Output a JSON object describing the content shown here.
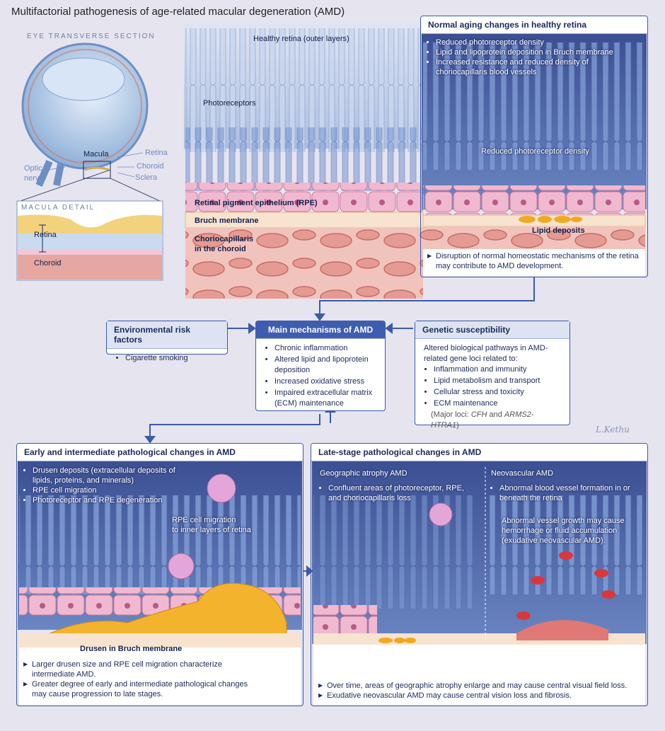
{
  "title": "Multifactorial pathogenesis of age-related macular degeneration (AMD)",
  "eye": {
    "section_label": "EYE TRANSVERSE SECTION",
    "macula": "Macula",
    "retina": "Retina",
    "choroid": "Choroid",
    "sclera": "Sclera",
    "optic_nerve_1": "Optic",
    "optic_nerve_2": "nerve"
  },
  "macula_detail": {
    "label": "MACULA DETAIL",
    "retina": "Retina",
    "choroid": "Choroid"
  },
  "healthy": {
    "title": "Healthy retina (outer layers)",
    "photoreceptors": "Photoreceptors",
    "rpe": "Retinal pigment epithelium (RPE)",
    "bruch": "Bruch membrane",
    "chorio_1": "Choriocapillaris",
    "chorio_2": "in the choroid"
  },
  "normal_aging": {
    "title": "Normal aging changes in healthy retina",
    "bullets": [
      "Reduced photoreceptor density",
      "Lipid and lipoprotein deposition in Bruch membrane",
      "Increased resistance and reduced density of choriocapillaris blood vessels"
    ],
    "center_label": "Reduced photoreceptor density",
    "lipid_label": "Lipid deposits",
    "note": "Disruption of normal homeostatic mechanisms of the retina may contribute to AMD development."
  },
  "environmental": {
    "title": "Environmental risk factors",
    "items": [
      "Cigarette smoking"
    ]
  },
  "mechanisms": {
    "title": "Main mechanisms of AMD",
    "items": [
      "Chronic inflammation",
      "Altered lipid and lipoprotein deposition",
      "Increased oxidative stress",
      "Impaired extracellular matrix (ECM) maintenance"
    ]
  },
  "genetic": {
    "title": "Genetic susceptibility",
    "intro": "Altered biological pathways in AMD-related gene loci related to:",
    "items": [
      "Inflammation and immunity",
      "Lipid metabolism and transport",
      "Cellular stress and toxicity",
      "ECM maintenance"
    ],
    "major_prefix": "(Major loci: ",
    "major_cfh": "CFH",
    "major_and": " and ",
    "major_arms": "ARMS2-HTRA1",
    "major_suffix": ")"
  },
  "signature": "L.Kethu",
  "early": {
    "title": "Early and intermediate pathological changes in AMD",
    "bullets": [
      "Drusen deposits (extracellular deposits of lipids, proteins, and minerals)",
      "RPE cell migration",
      "Photoreceptor and RPE degeneration"
    ],
    "rpe_migration_1": "RPE cell migration",
    "rpe_migration_2": "to inner layers of retina",
    "drusen_label": "Drusen in Bruch membrane",
    "notes": [
      "Larger drusen size and RPE cell migration characterize intermediate AMD.",
      "Greater degree of early and intermediate pathological changes may cause progression to late stages."
    ]
  },
  "late": {
    "title": "Late-stage pathological changes in AMD",
    "ga_title": "Geographic atrophy AMD",
    "ga_bullets": [
      "Confluent areas of photoreceptor, RPE, and choriocapillaris loss"
    ],
    "nv_title": "Neovascular AMD",
    "nv_bullets": [
      "Abnormal blood vessel formation in or beneath the retina"
    ],
    "nv_note": "Abnormal vessel growth may cause hemorrhage or fluid accumulation (exudative neovascular AMD).",
    "notes": [
      "Over time, areas of geographic atrophy enlarge and may cause central visual field loss.",
      "Exudative neovascular AMD may cause central vision loss and fibrosis."
    ]
  }
}
